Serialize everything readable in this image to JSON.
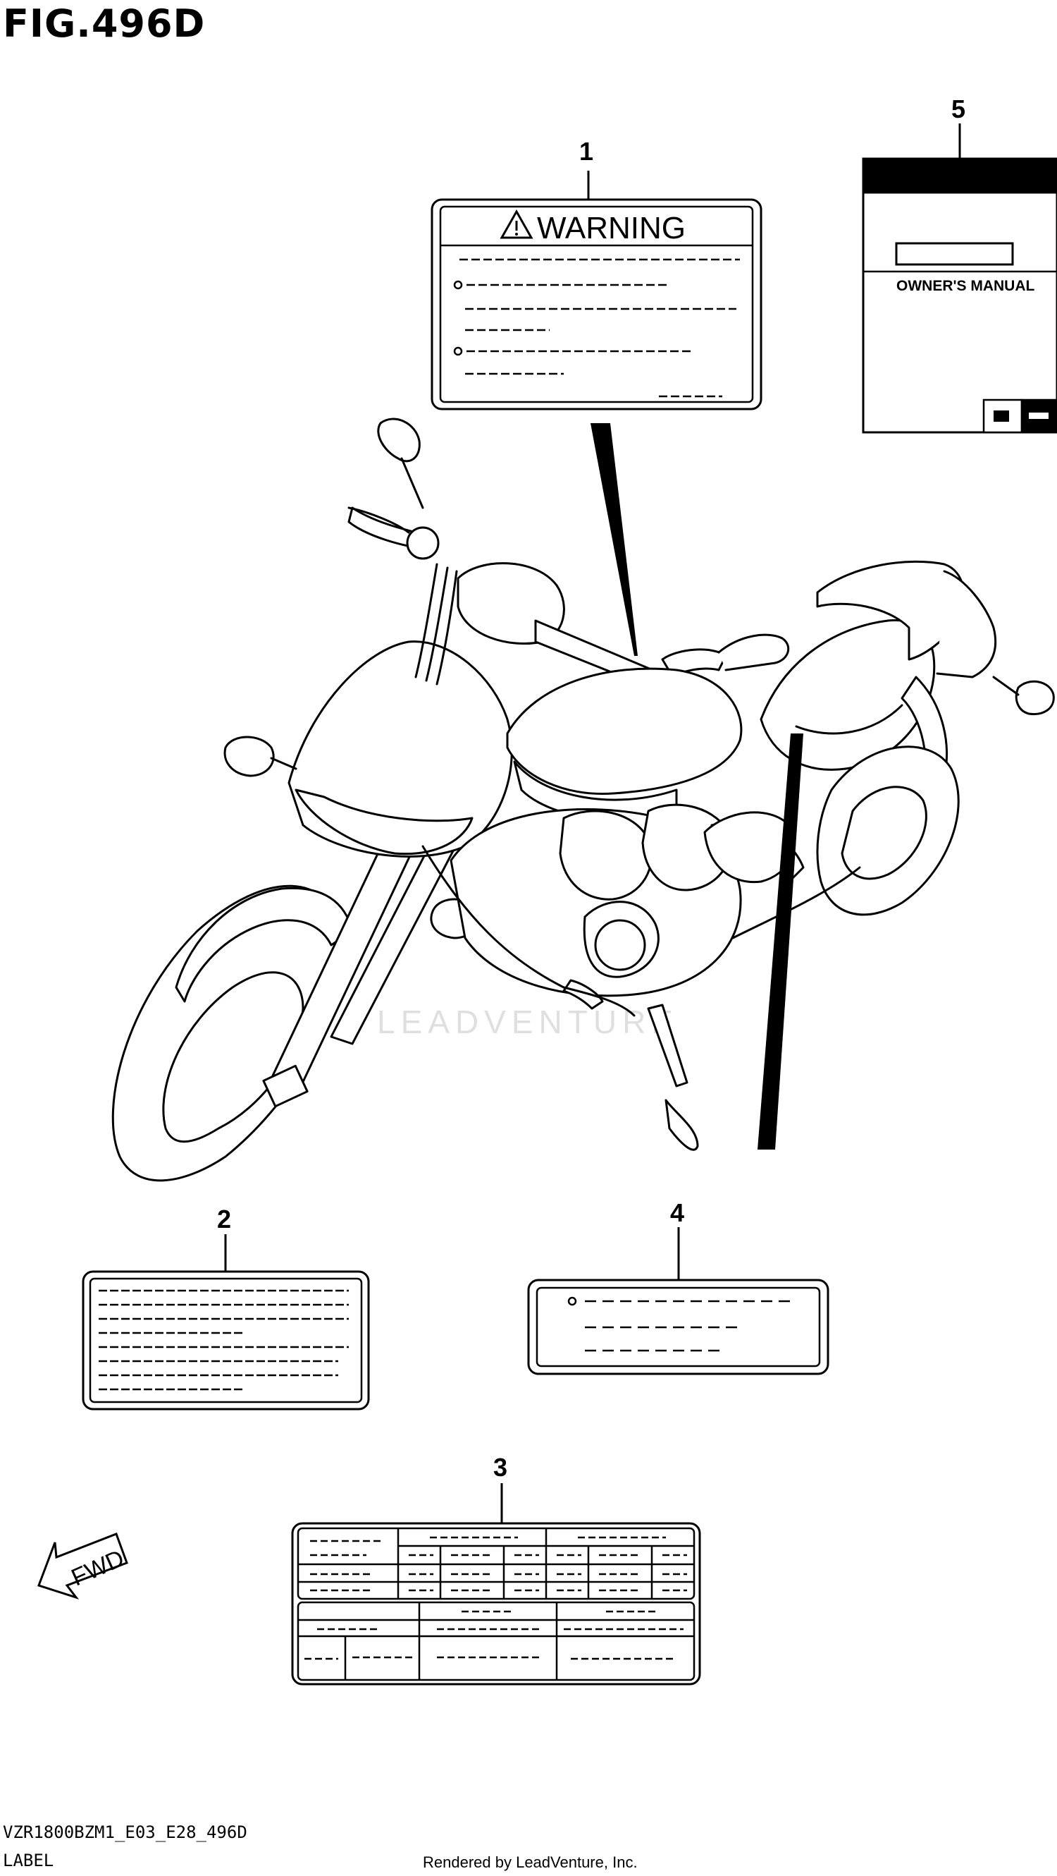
{
  "figure": {
    "title": "FIG.496D",
    "code": "VZR1800BZM1_E03_E28_496D",
    "name": "LABEL",
    "rendered_by": "Rendered by LeadVenture, Inc.",
    "watermark": "LEADVENTURE"
  },
  "callouts": [
    "1",
    "2",
    "3",
    "4",
    "5"
  ],
  "labels": {
    "warning_label": {
      "heading": "WARNING"
    },
    "owners_manual": {
      "text": "OWNER'S MANUAL"
    }
  },
  "direction": {
    "text": "FWD"
  }
}
